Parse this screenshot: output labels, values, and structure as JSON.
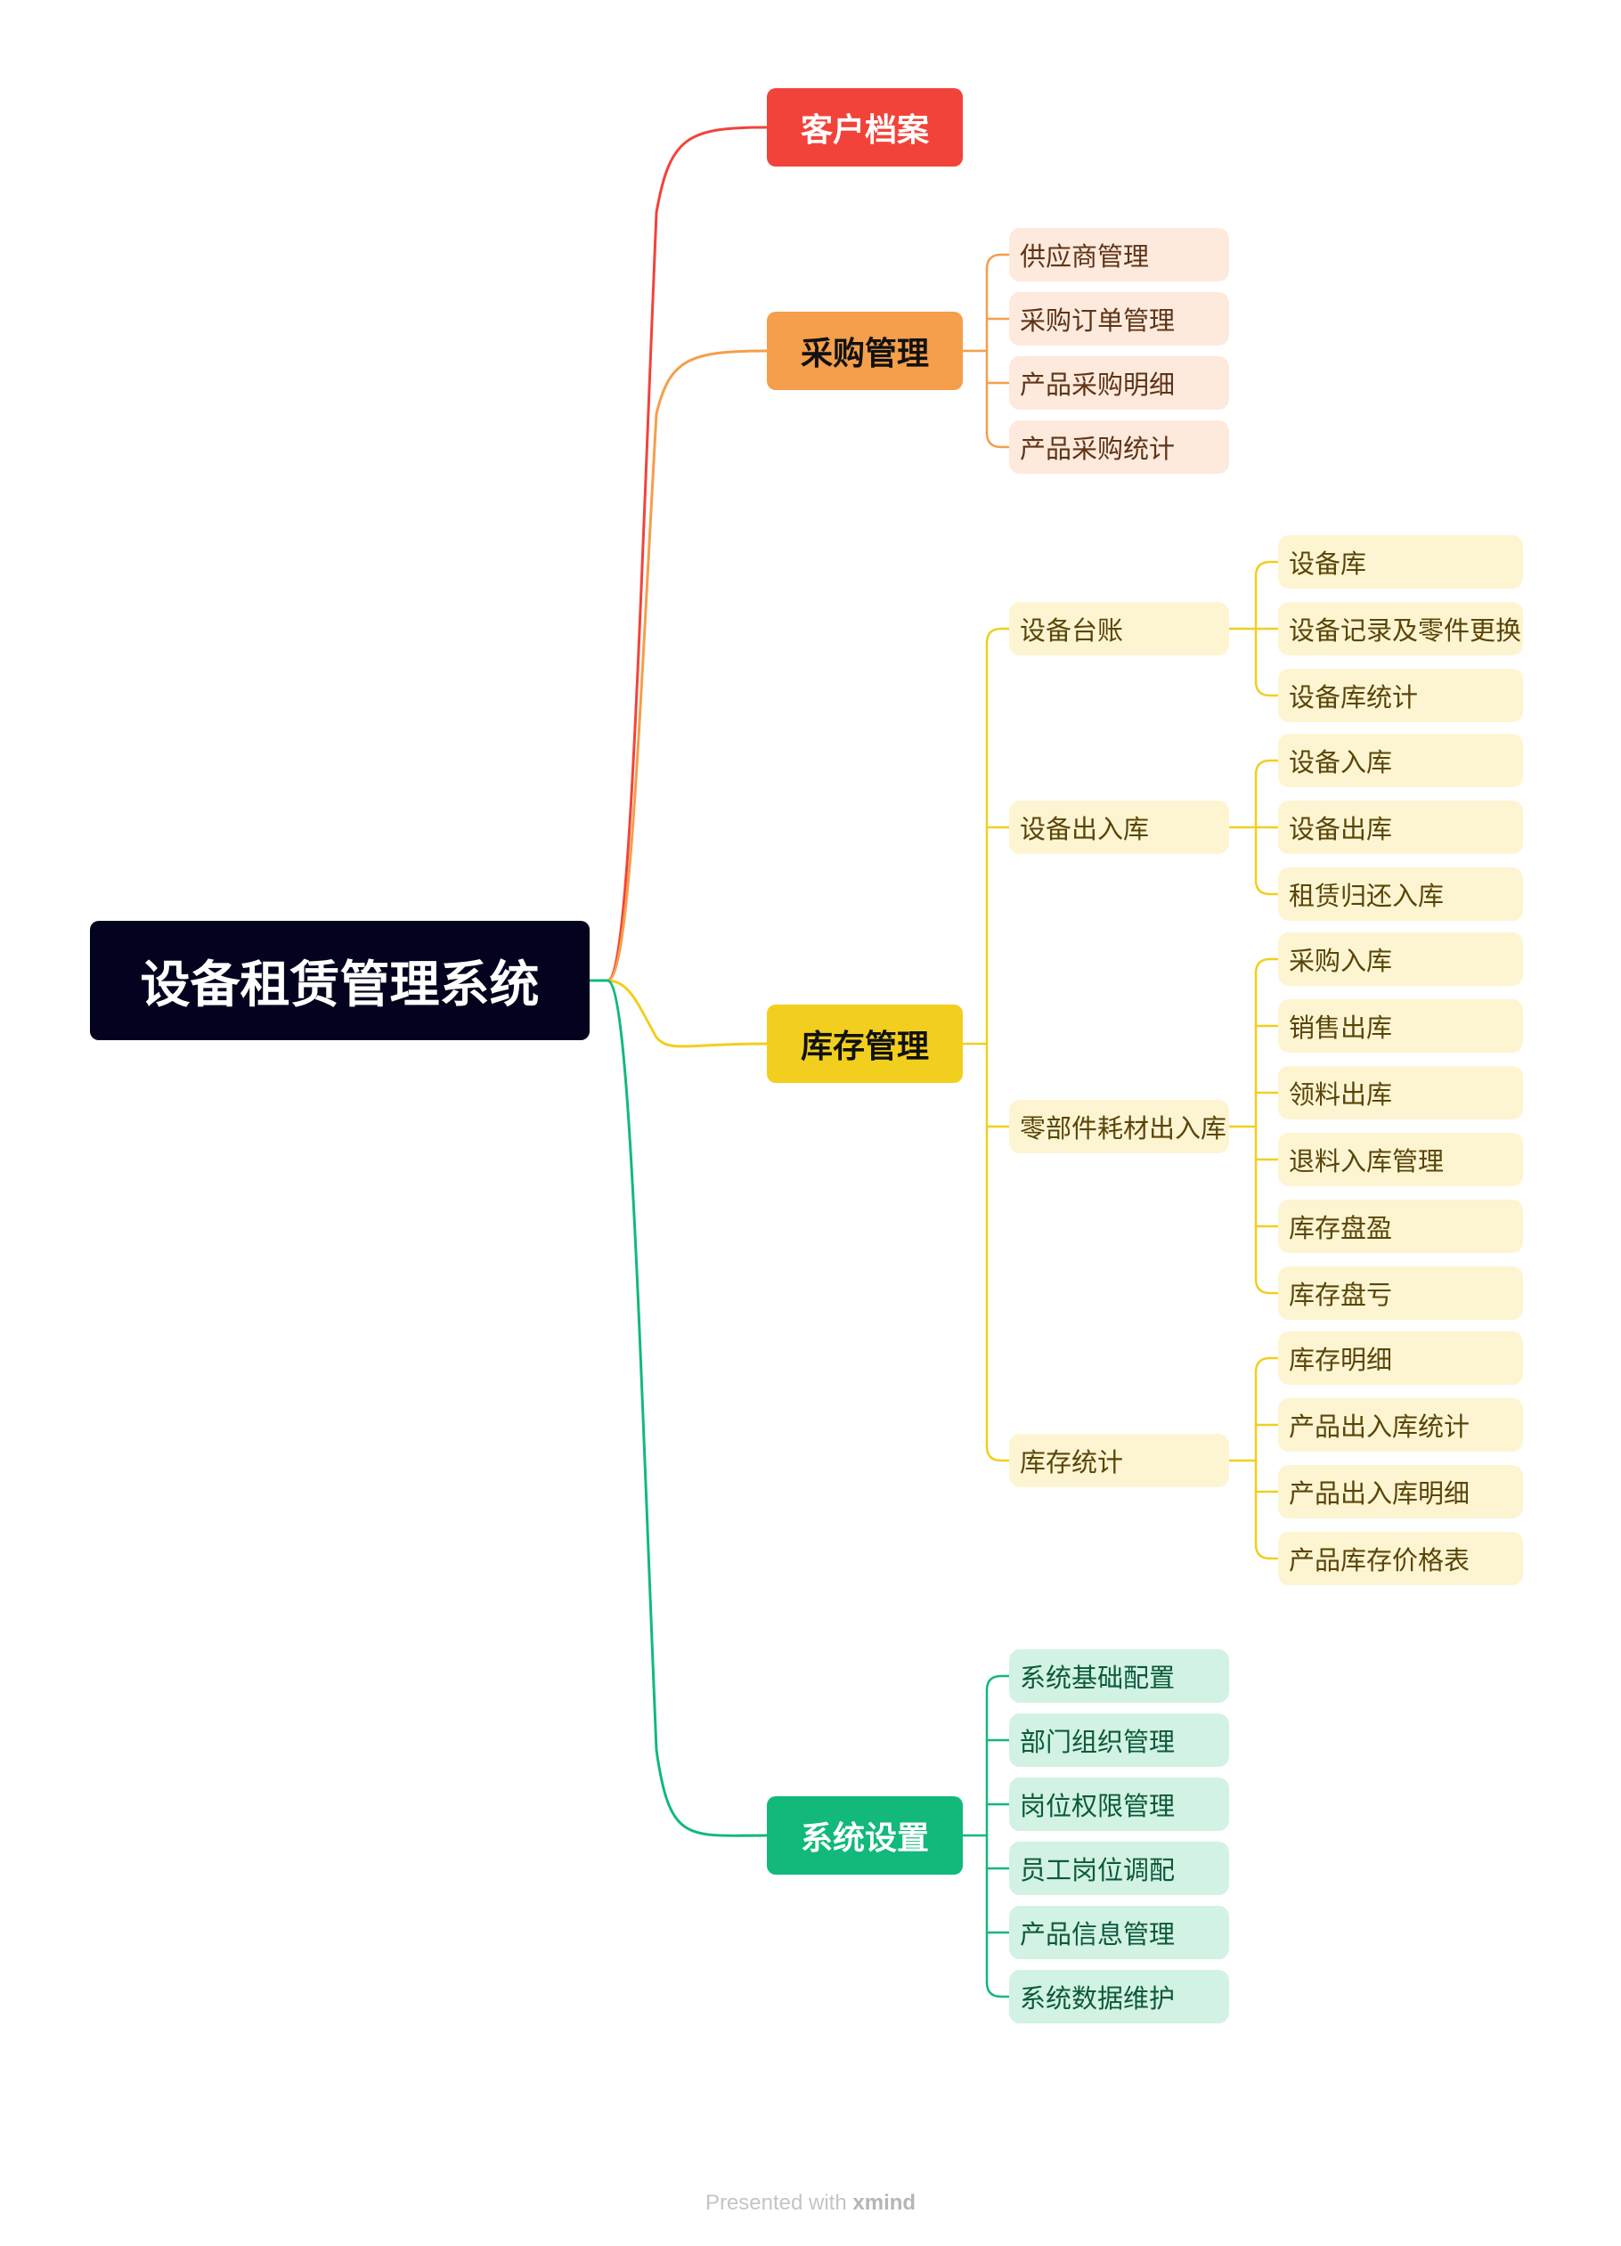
{
  "root": {
    "label": "设备租赁管理系统"
  },
  "colors": {
    "root": "#03031f",
    "customer": "#f2433a",
    "purchase": "#f59e4b",
    "inventory": "#f2cf1e",
    "system": "#12b97a"
  },
  "branches": {
    "customer": {
      "label": "客户档案"
    },
    "purchase": {
      "label": "采购管理",
      "items": [
        "供应商管理",
        "采购订单管理",
        "产品采购明细",
        "产品采购统计"
      ]
    },
    "inventory": {
      "label": "库存管理",
      "groups": [
        {
          "label": "设备台账",
          "items": [
            "设备库",
            "设备记录及零件更换",
            "设备库统计"
          ]
        },
        {
          "label": "设备出入库",
          "items": [
            "设备入库",
            "设备出库",
            "租赁归还入库"
          ]
        },
        {
          "label": "零部件耗材出入库",
          "items": [
            "采购入库",
            "销售出库",
            "领料出库",
            "退料入库管理",
            "库存盘盈",
            "库存盘亏"
          ]
        },
        {
          "label": "库存统计",
          "items": [
            "库存明细",
            "产品出入库统计",
            "产品出入库明细",
            "产品库存价格表"
          ]
        }
      ]
    },
    "system": {
      "label": "系统设置",
      "items": [
        "系统基础配置",
        "部门组织管理",
        "岗位权限管理",
        "员工岗位调配",
        "产品信息管理",
        "系统数据维护"
      ]
    }
  },
  "footer": {
    "prefix": "Presented with",
    "brand": "xmind"
  }
}
